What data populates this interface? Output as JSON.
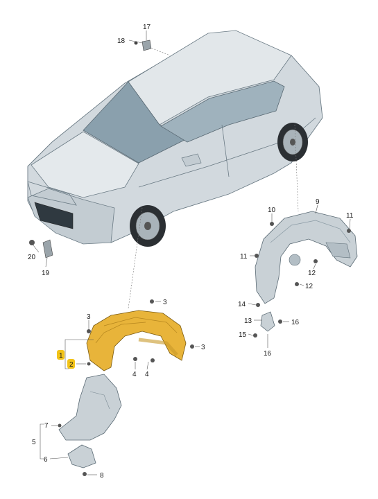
{
  "diagram": {
    "callouts": {
      "c1": "1",
      "c2": "2",
      "c3a": "3",
      "c3b": "3",
      "c3c": "3",
      "c4a": "4",
      "c4b": "4",
      "c5": "5",
      "c6": "6",
      "c7": "7",
      "c8": "8",
      "c9": "9",
      "c10": "10",
      "c11a": "11",
      "c11b": "11",
      "c12a": "12",
      "c12b": "12",
      "c13": "13",
      "c14": "14",
      "c15": "15",
      "c16a": "16",
      "c16b": "16",
      "c17": "17",
      "c18": "18",
      "c19": "19",
      "c20": "20"
    },
    "colors": {
      "highlight": "#f2c318",
      "part_fill": "#e8b43a",
      "liner_gray": "#c9d1d6",
      "car_body": "#d2d9de",
      "glass": "#8aa0ad"
    }
  }
}
